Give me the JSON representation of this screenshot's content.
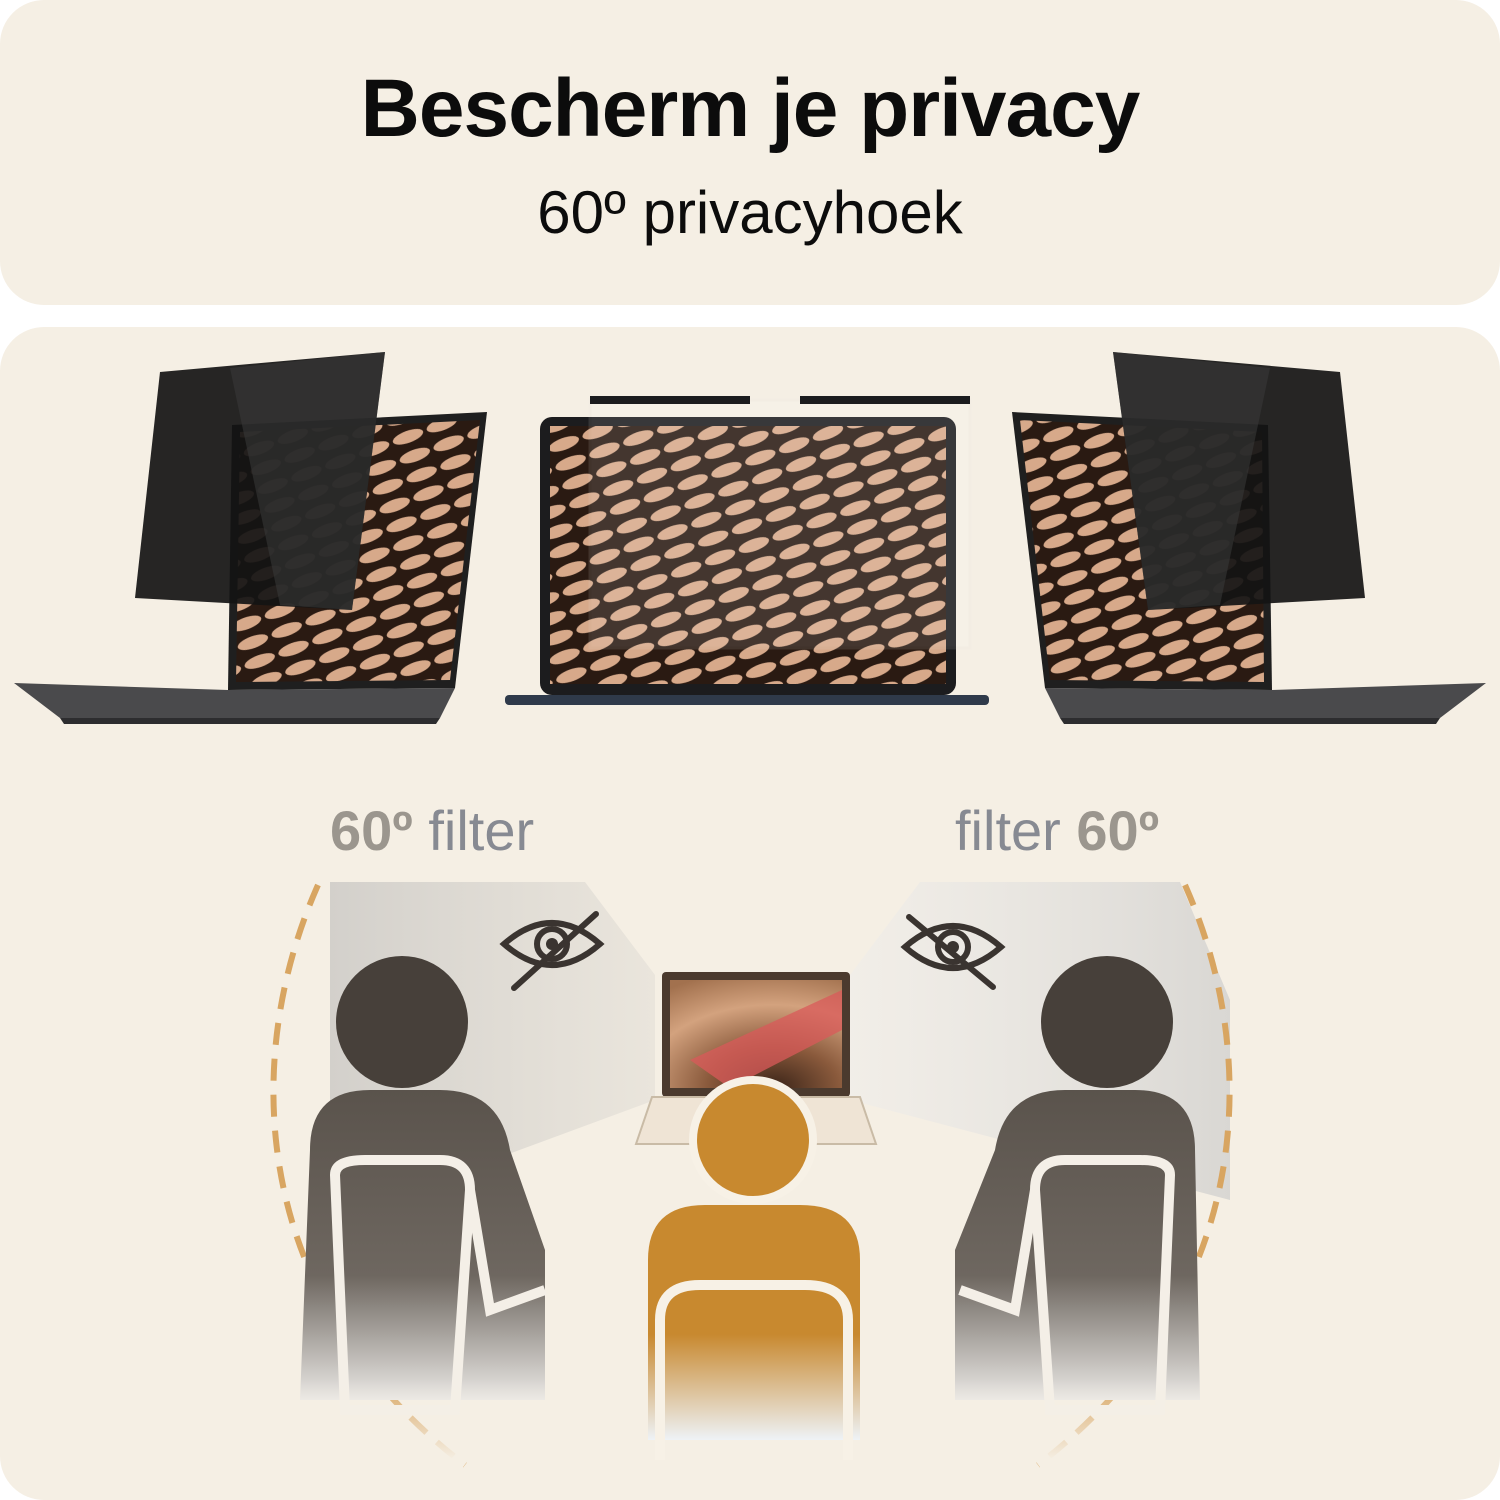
{
  "header": {
    "title": "Bescherm je privacy",
    "subtitle": "60º privacyhoek"
  },
  "diagram": {
    "left_label": {
      "value": "60º",
      "word": "filter"
    },
    "right_label": {
      "word": "filter",
      "value": "60º"
    }
  },
  "colors": {
    "panel_background": "#f5efe4",
    "accent_orange": "#c8892f",
    "person_dark": "#47403a",
    "arc_dash": "#d8a561",
    "wallpaper_warm": "#b98560"
  },
  "icons": [
    "eye-slash-icon",
    "eye-slash-icon"
  ]
}
